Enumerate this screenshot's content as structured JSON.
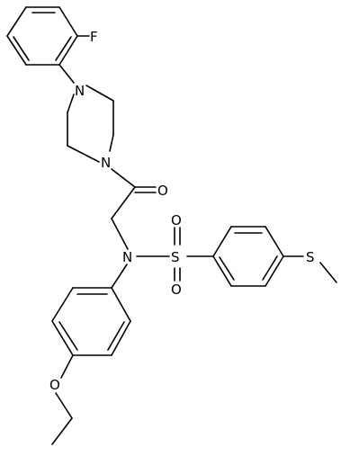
{
  "molecule": {
    "atom_labels": {
      "fluorine": "F",
      "piperazine_n_top": "N",
      "piperazine_n_bottom": "N",
      "carbonyl_oxygen": "O",
      "sulfonamide_n": "N",
      "sulfonyl_s": "S",
      "sulfonyl_o_top": "O",
      "sulfonyl_o_bottom": "O",
      "thioether_s": "S",
      "ether_o": "O"
    }
  }
}
